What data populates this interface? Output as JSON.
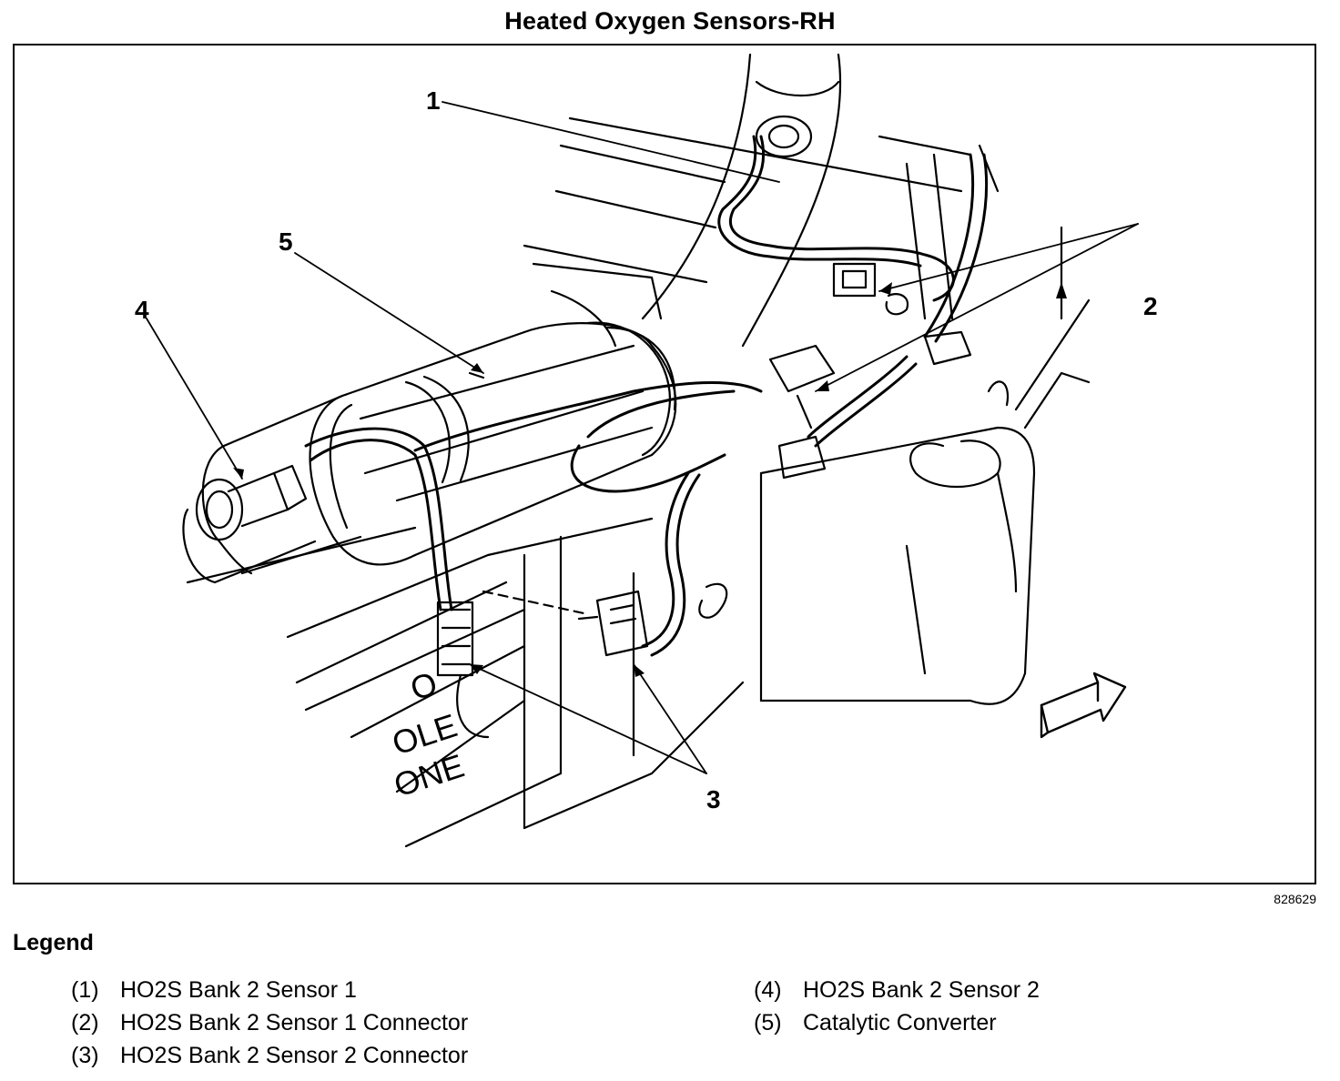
{
  "title": "Heated Oxygen Sensors-RH",
  "figure_number": "828629",
  "callouts": [
    "1",
    "2",
    "3",
    "4",
    "5"
  ],
  "vehicle_text": [
    "O",
    "OLE",
    "ONE"
  ],
  "legend": {
    "heading": "Legend",
    "items": [
      {
        "num": "(1)",
        "text": "HO2S Bank 2 Sensor 1"
      },
      {
        "num": "(2)",
        "text": "HO2S Bank 2 Sensor 1 Connector"
      },
      {
        "num": "(3)",
        "text": "HO2S Bank 2 Sensor 2 Connector"
      },
      {
        "num": "(4)",
        "text": "HO2S Bank 2 Sensor 2"
      },
      {
        "num": "(5)",
        "text": "Catalytic Converter"
      }
    ]
  }
}
